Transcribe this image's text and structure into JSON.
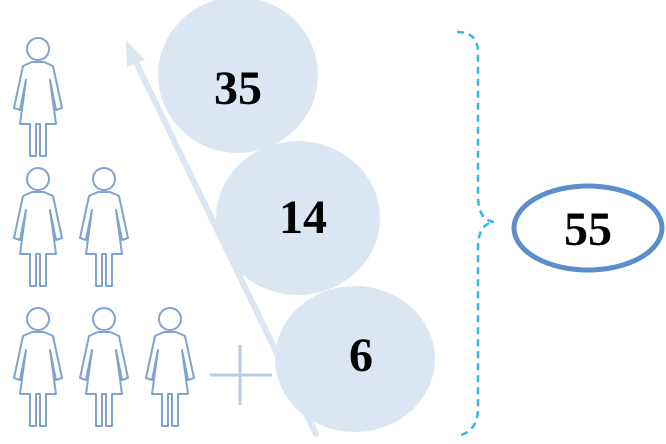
{
  "rows": [
    {
      "women": 1,
      "value": "35"
    },
    {
      "women": 2,
      "value": "14"
    },
    {
      "women": 3,
      "value": "6"
    }
  ],
  "total": "55",
  "colors": {
    "person_outline": "#7FA3CF",
    "circle_fill": "#DCE6F2",
    "arrow": "#DCE6F2",
    "plus": "#B9CDE5",
    "brace": "#33B5E5",
    "total_outline": "#5B8FCC"
  },
  "icons": {
    "person": "woman-icon",
    "plus": "plus-icon",
    "arrow": "up-arrow-icon",
    "brace": "right-brace-icon"
  }
}
